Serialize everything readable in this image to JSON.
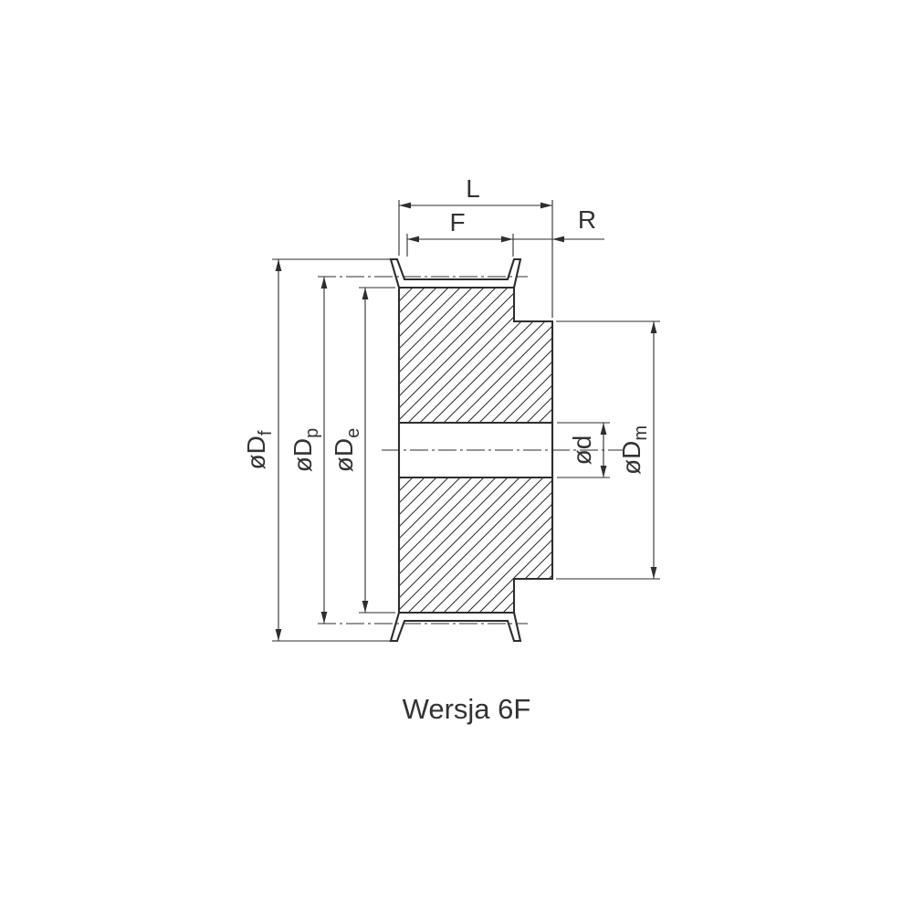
{
  "caption": "Wersja 6F",
  "dimension_labels": {
    "total_width": {
      "label": "L"
    },
    "belt_width": {
      "label": "F"
    },
    "hub_offset": {
      "label": "R"
    },
    "flange_diameter": {
      "prefix": "øD",
      "sub": "f"
    },
    "pitch_diameter": {
      "prefix": "øD",
      "sub": "p"
    },
    "outer_diameter": {
      "prefix": "øD",
      "sub": "e"
    },
    "bore_diameter": {
      "prefix": "ød",
      "sub": ""
    },
    "hub_diameter": {
      "prefix": "øD",
      "sub": "m"
    }
  },
  "colors": {
    "line": "#2e2e2e",
    "text": "#333333",
    "background": "#ffffff"
  }
}
